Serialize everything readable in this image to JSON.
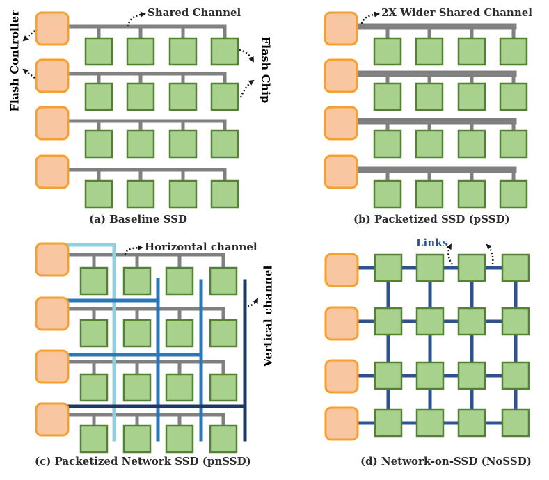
{
  "colors": {
    "controller_fill": "#f8c6a0",
    "controller_stroke": "#f5a030",
    "chip_fill": "#a9d18e",
    "chip_stroke": "#548235",
    "shared_channel": "#808080",
    "link": "#2f528f",
    "light_blue": "#8fd0e0",
    "mid_blue": "#2e75b6",
    "dark_blue": "#1f3864",
    "vertical_label": "#2f528f",
    "controller_label": "#d9813a",
    "chip_label": "#538135"
  },
  "panels": {
    "a": {
      "caption": "(a)  Baseline SSD",
      "shared_channel_label": "Shared Channel",
      "flash_controller_label": "Flash Controller",
      "flash_chip_label": "Flash Chip"
    },
    "b": {
      "caption": "(b) Packetized SSD (pSSD)",
      "channel_label": "2X Wider Shared Channel"
    },
    "c": {
      "caption": "(c) Packetized Network SSD (pnSSD)",
      "horizontal_label": "Horizontal channel",
      "vertical_label": "Vertical channel"
    },
    "d": {
      "caption": "(d) Network-on-SSD (NoSSD)",
      "links_label": "Links"
    }
  }
}
